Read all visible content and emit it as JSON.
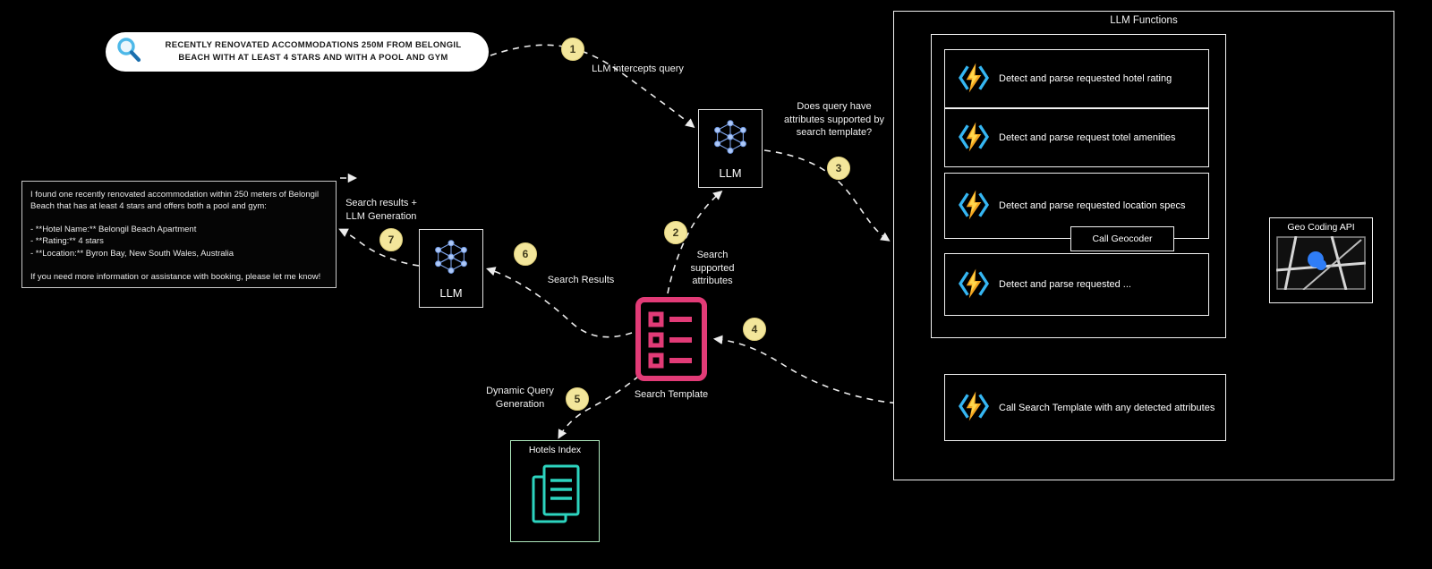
{
  "colors": {
    "background": "#000000",
    "step_badge": "#f3e69b",
    "search_template_pink": "#e23b77",
    "hotels_teal": "#2dd4bf",
    "hotels_border_green": "#aee8bd",
    "llm_node_blue": "#7ea4ea",
    "bolt_orange": "#f59e0b",
    "bolt_blue": "#35b6f2",
    "geo_marker_blue": "#2f7df6"
  },
  "query": {
    "text": "RECENTLY RENOVATED ACCOMMODATIONS 250M FROM BELONGIL BEACH WITH AT LEAST 4 STARS AND WITH A POOL AND GYM"
  },
  "steps": [
    "1",
    "2",
    "3",
    "4",
    "5",
    "6",
    "7"
  ],
  "labels": {
    "llm_intercepts": "LLM intercepts query",
    "does_query": "Does query have attributes supported by search template?",
    "search_supported": "Search supported attributes",
    "search_results": "Search Results",
    "search_results_llm": "Search results + LLM Generation",
    "dynamic_query": "Dynamic Query Generation"
  },
  "nodes": {
    "llm_top_label": "LLM",
    "llm_left_label": "LLM",
    "search_template_label": "Search Template",
    "hotels_index_label": "Hotels Index"
  },
  "llm_functions": {
    "title": "LLM Functions",
    "rows": [
      "Detect and parse requested hotel rating",
      "Detect and parse request totel amenities",
      "Detect and parse requested location specs",
      "Detect and parse requested ..."
    ],
    "call_geocoder": "Call Geocoder",
    "call_search_template": "Call Search Template with any detected attributes"
  },
  "geo": {
    "title": "Geo Coding API"
  },
  "response": {
    "text": "I found one recently renovated accommodation within 250 meters of Belongil Beach that has at least 4 stars and offers both a pool and gym:\n\n- **Hotel Name:** Belongil Beach Apartment\n- **Rating:** 4 stars\n- **Location:** Byron Bay, New South Wales, Australia\n\nIf you need more information or assistance with booking, please let me know!"
  }
}
